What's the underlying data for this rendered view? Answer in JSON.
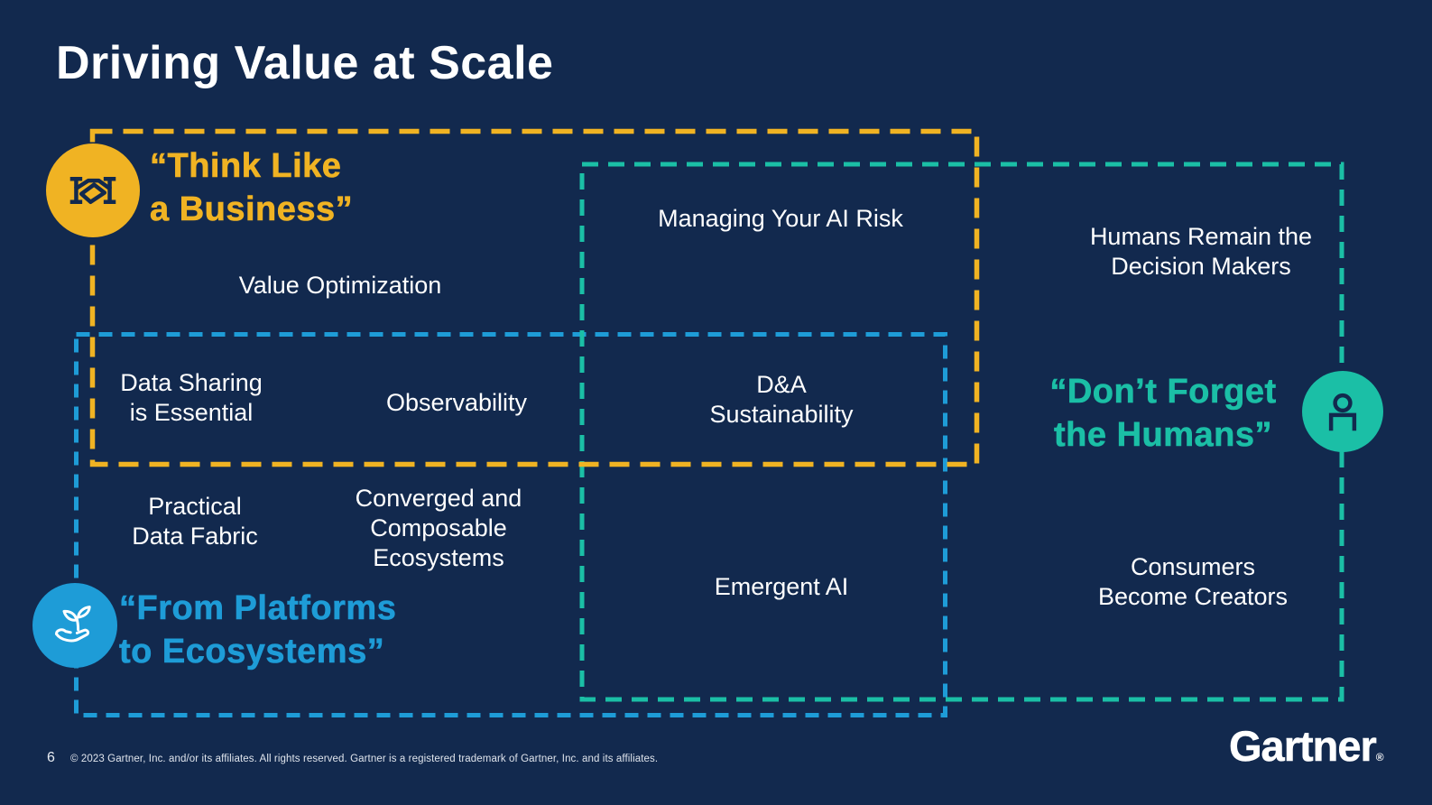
{
  "title": "Driving Value at Scale",
  "themes": {
    "think_like_a_business": {
      "line1": "“Think Like",
      "line2": "a Business”",
      "icon": "handshake-icon",
      "color": "#F0B323"
    },
    "from_platforms_to_ecosystems": {
      "line1": "“From Platforms",
      "line2": "to Ecosystems”",
      "icon": "sprout-in-hand-icon",
      "color": "#1E9CD7"
    },
    "dont_forget_the_humans": {
      "line1": "“Don’t Forget",
      "line2": "the Humans”",
      "icon": "person-icon",
      "color": "#1BBFA6"
    }
  },
  "topics": {
    "managing_your_ai_risk": {
      "line1": "Managing Your AI Risk"
    },
    "humans_remain_the_decision_makers": {
      "line1": "Humans Remain the",
      "line2": "Decision Makers"
    },
    "value_optimization": {
      "line1": "Value Optimization"
    },
    "data_sharing_is_essential": {
      "line1": "Data Sharing",
      "line2": "is Essential"
    },
    "observability": {
      "line1": "Observability"
    },
    "da_sustainability": {
      "line1": "D&A",
      "line2": "Sustainability"
    },
    "practical_data_fabric": {
      "line1": "Practical",
      "line2": "Data Fabric"
    },
    "converged_and_composable_ecosystems": {
      "line1": "Converged and",
      "line2": "Composable",
      "line3": "Ecosystems"
    },
    "emergent_ai": {
      "line1": "Emergent AI"
    },
    "consumers_become_creators": {
      "line1": "Consumers",
      "line2": "Become Creators"
    }
  },
  "colors": {
    "background": "#12294E",
    "gold": "#F0B323",
    "blue": "#1E9CD7",
    "teal": "#1BBFA6",
    "text": "#FFFFFF"
  },
  "footer": {
    "page_number": "6",
    "copyright": "© 2023 Gartner, Inc. and/or its affiliates. All rights reserved. Gartner is a registered trademark of Gartner, Inc. and its affiliates.",
    "logo_text": "Gartner",
    "logo_registered": "®"
  }
}
